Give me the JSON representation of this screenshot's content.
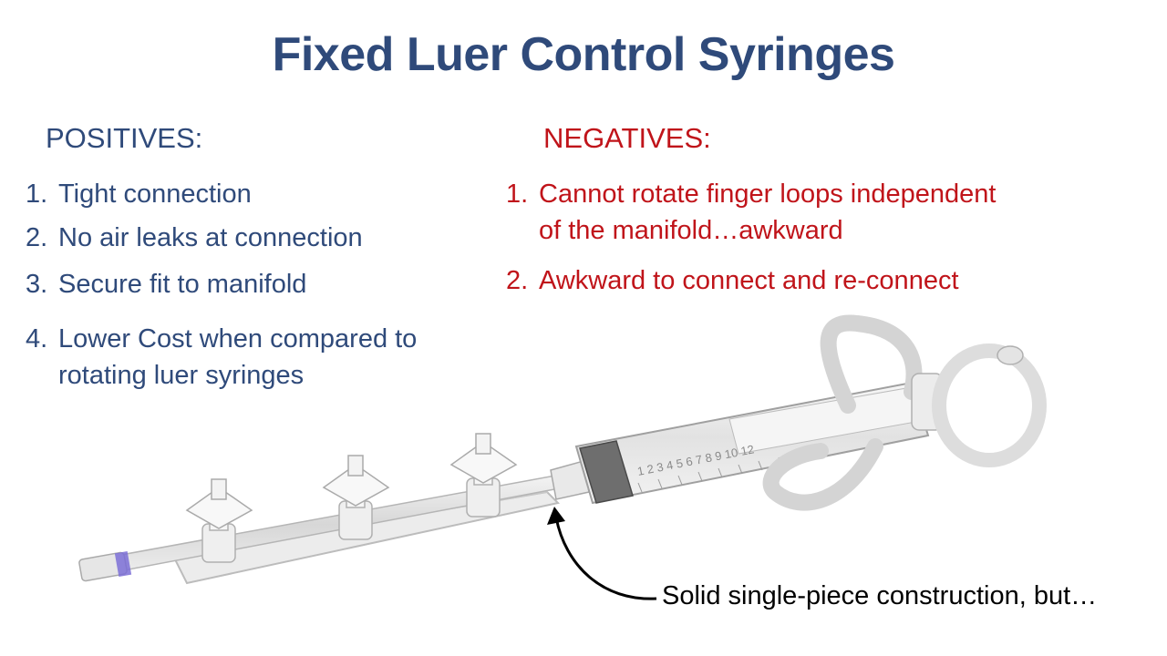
{
  "title": "Fixed Luer Control Syringes",
  "positives": {
    "heading": "POSITIVES:",
    "items": [
      {
        "num": "1.",
        "line1": "Tight connection",
        "line2": ""
      },
      {
        "num": "2.",
        "line1": "No air leaks at connection",
        "line2": ""
      },
      {
        "num": "3.",
        "line1": "Secure fit to manifold",
        "line2": ""
      },
      {
        "num": "4.",
        "line1": "Lower Cost when compared to",
        "line2": "rotating luer syringes"
      }
    ]
  },
  "negatives": {
    "heading": "NEGATIVES:",
    "items": [
      {
        "num": "1.",
        "line1": "Cannot rotate finger loops independent",
        "line2": "of the manifold…awkward"
      },
      {
        "num": "2.",
        "line1": "Awkward to connect and re-connect",
        "line2": ""
      }
    ]
  },
  "illustration": {
    "caption": "Solid single-piece construction, but…",
    "barrel_markings": "1 2 3 4 5 6 7 8 9 10 12"
  },
  "colors": {
    "title": "#2f4a7a",
    "positives": "#2f4a7a",
    "negatives": "#c0141a",
    "caption": "#000000"
  }
}
